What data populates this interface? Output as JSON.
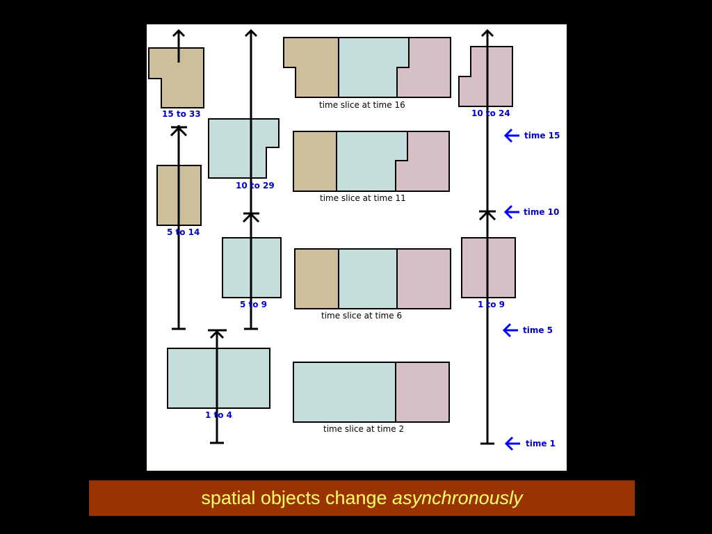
{
  "colors": {
    "tan": "#cdbf9c",
    "blue_gray": "#c6dedb",
    "pink": "#d7bfc6",
    "label_blue": "#0000cc",
    "arrow_blue": "#0000ff",
    "caption_bg": "#993300",
    "caption_text": "#ffff66"
  },
  "object_labels": {
    "tan_top": "15 to 33",
    "tan_mid": "5 to 14",
    "blue_top": "10 to 29",
    "blue_mid": "5 to 9",
    "blue_bottom": "1 to 4",
    "pink_top": "10 to 24",
    "pink_mid": "1 to 9"
  },
  "slices": {
    "t16": "time slice at time 16",
    "t11": "time slice at time 11",
    "t6": "time slice at time 6",
    "t2": "time slice at time 2"
  },
  "time_markers": {
    "t15": "time 15",
    "t10": "time 10",
    "t5": "time 5",
    "t1": "time 1"
  },
  "caption": {
    "plain": "spatial objects change",
    "italic": "asynchronously"
  }
}
